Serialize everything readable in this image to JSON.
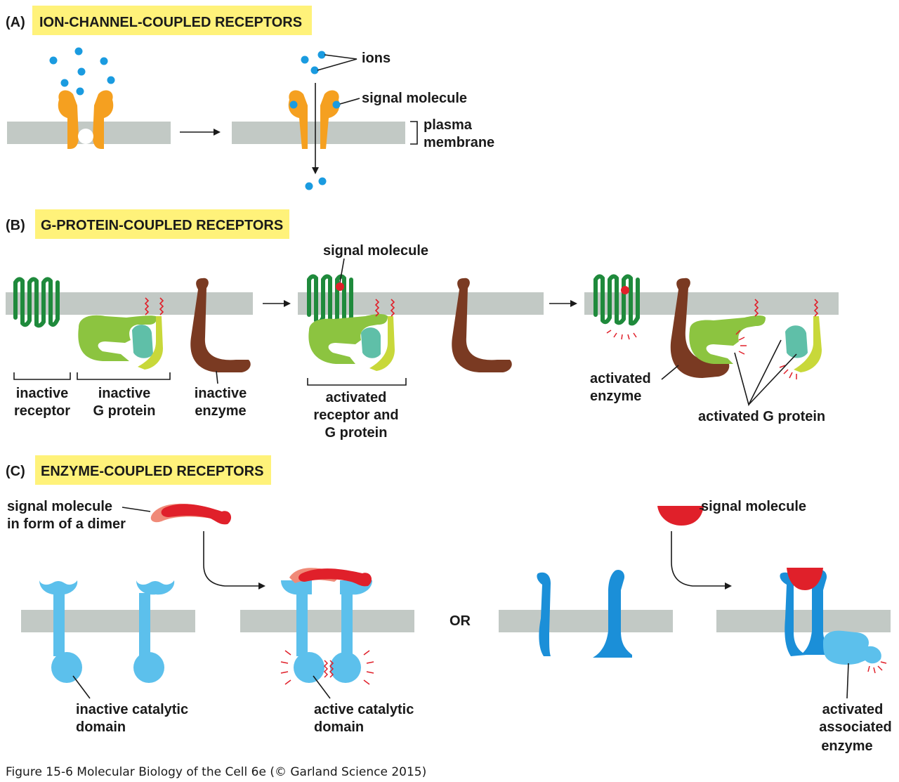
{
  "panel_a": {
    "letter": "(A)",
    "title": "ION-CHANNEL-COUPLED RECEPTORS",
    "label_ions": "ions",
    "label_signal": "signal molecule",
    "label_membrane_1": "plasma",
    "label_membrane_2": "membrane"
  },
  "panel_b": {
    "letter": "(B)",
    "title": "G-PROTEIN-COUPLED RECEPTORS",
    "label_signal": "signal molecule",
    "inactive_receptor_1": "inactive",
    "inactive_receptor_2": "receptor",
    "inactive_g_1": "inactive",
    "inactive_g_2": "G protein",
    "inactive_enzyme_1": "inactive",
    "inactive_enzyme_2": "enzyme",
    "activated_rg_1": "activated",
    "activated_rg_2": "receptor and",
    "activated_rg_3": "G protein",
    "activated_enzyme_1": "activated",
    "activated_enzyme_2": "enzyme",
    "activated_g": "activated G protein"
  },
  "panel_c": {
    "letter": "(C)",
    "title": "ENZYME-COUPLED RECEPTORS",
    "dimer_label_1": "signal molecule",
    "dimer_label_2": "in form of a dimer",
    "or_label": "OR",
    "signal_label": "signal molecule",
    "inactive_domain_1": "inactive catalytic",
    "inactive_domain_2": "domain",
    "active_domain_1": "active catalytic",
    "active_domain_2": "domain",
    "assoc_enzyme_1": "activated",
    "assoc_enzyme_2": "associated",
    "assoc_enzyme_3": "enzyme"
  },
  "caption": "Figure 15-6 Molecular Biology of the Cell 6e (© Garland Science 2015)",
  "colors": {
    "title_highlight": "#fff27a",
    "membrane": "#c2c9c5",
    "ion_channel": "#f5a020",
    "ion": "#1a9be0",
    "receptor_green": "#1f8a3c",
    "g_alpha": "#8cc440",
    "g_beta": "#5fbfa8",
    "g_gamma": "#c8d83a",
    "enzyme_brown": "#7a3a22",
    "signal_red": "#e0202a",
    "signal_pink": "#f08a78",
    "rtk_blue": "#5cc0ec",
    "assoc_blue": "#1b8fd8"
  }
}
